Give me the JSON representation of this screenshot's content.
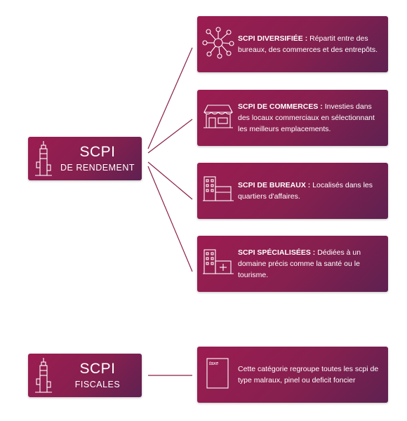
{
  "groups": [
    {
      "title": "SCPI",
      "subtitle": "DE RENDEMENT",
      "items": [
        {
          "label": "SCPI DIVERSIFIÉE :",
          "text": "Répartit entre des bureaux, des commerces et des entrepôts.",
          "icon": "network-icon"
        },
        {
          "label": "SCPI DE COMMERCES :",
          "text": "Investies dans des locaux commerciaux en sélectionnant les meilleurs emplacements.",
          "icon": "shop-icon"
        },
        {
          "label": "SCPI DE BUREAUX :",
          "text": "Localisés dans les quartiers d'affaires.",
          "icon": "office-building-icon"
        },
        {
          "label": "SCPI SPÉCIALISÉES :",
          "text": "Dédiées à un domaine précis comme la santé ou le tourisme.",
          "icon": "medical-building-icon"
        }
      ]
    },
    {
      "title": "SCPI",
      "subtitle": "FISCALES",
      "items": [
        {
          "label": "",
          "text": "Cette catégorie regroupe toutes les scpi de type malraux, pinel ou deficit foncier",
          "icon": "tax-document-icon",
          "icon_text": "taxe"
        }
      ]
    }
  ],
  "colors": {
    "box_start": "#9c1c50",
    "box_end": "#5e2151",
    "connector": "#8a1d48"
  }
}
